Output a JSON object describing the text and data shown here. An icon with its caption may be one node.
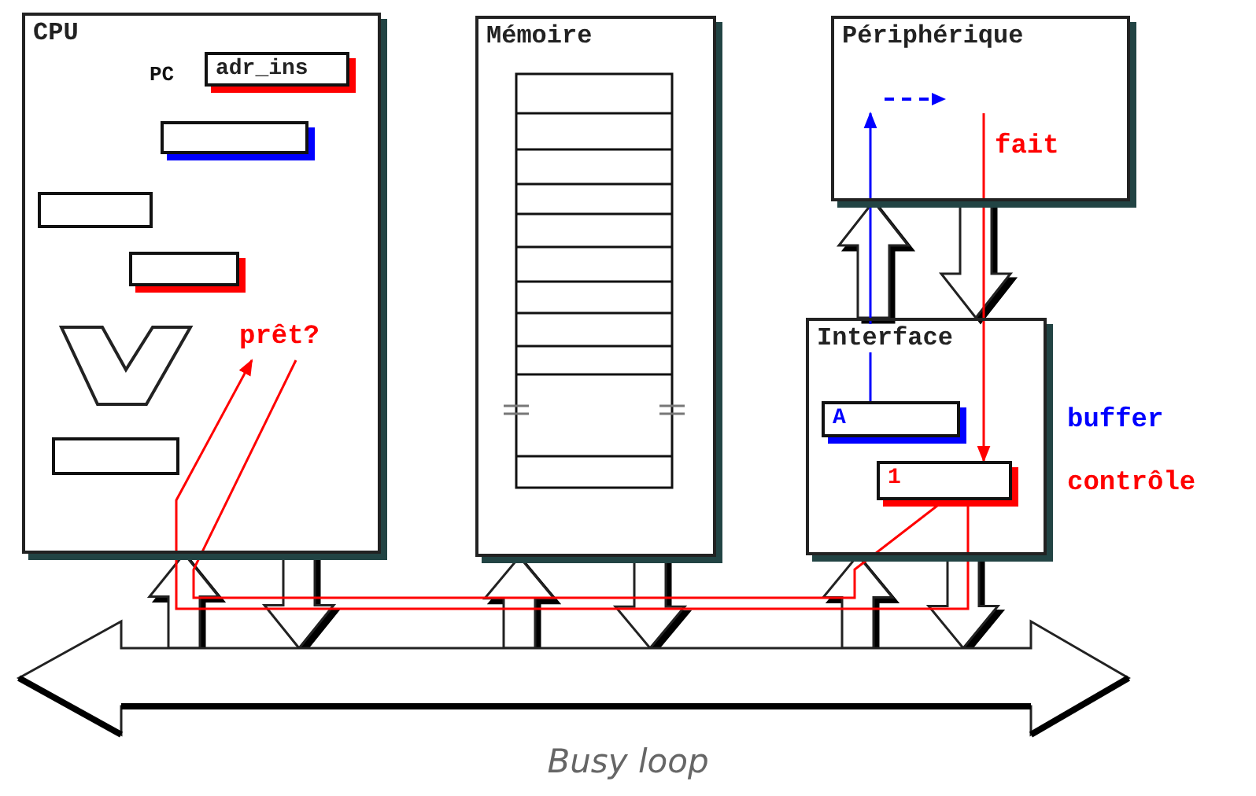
{
  "diagram": {
    "caption": "Busy loop",
    "nodes": [
      {
        "text": [
          "CPU"
        ]
      },
      {
        "text": [
          "adr_ins"
        ],
        "in": 0,
        "beside": [
          "PC"
        ]
      },
      {
        "text": [],
        "shape": "box",
        "in": 0
      },
      {
        "text": [],
        "shape": "box",
        "in": 0
      },
      {
        "text": [],
        "shape": "box",
        "in": 0
      },
      {
        "text": [],
        "shape": "box",
        "in": 0
      },
      {
        "text": [
          "prêt?"
        ],
        "in": 0
      },
      {
        "text": [
          "Mémoire"
        ]
      },
      {
        "text": [
          "Périphérique"
        ]
      },
      {
        "text": [
          "Interface"
        ]
      },
      {
        "text": [
          "A"
        ],
        "in": 9
      },
      {
        "text": [
          "1"
        ],
        "in": 9
      },
      {
        "text": [],
        "shape": "arrow"
      },
      {
        "text": [],
        "shape": "chevron",
        "in": 0
      }
    ],
    "edges": [
      {
        "from": 12,
        "to": 0,
        "arrow": "to",
        "style": "thick"
      },
      {
        "from": 0,
        "to": 12,
        "arrow": "to",
        "style": "thick"
      },
      {
        "from": 12,
        "to": 7,
        "arrow": "to",
        "style": "thick"
      },
      {
        "from": 7,
        "to": 12,
        "arrow": "to",
        "style": "thick"
      },
      {
        "from": 12,
        "to": 9,
        "arrow": "to",
        "style": "thick"
      },
      {
        "from": 9,
        "to": 12,
        "arrow": "to",
        "style": "thick"
      },
      {
        "from": 9,
        "to": 8,
        "arrow": "to",
        "style": "thick"
      },
      {
        "from": 8,
        "to": 9,
        "arrow": "to",
        "style": "thick"
      },
      {
        "from": 11,
        "to": 6,
        "arrow": "to",
        "color": "#ff0000"
      },
      {
        "from": 6,
        "to": 11,
        "arrow": "none",
        "color": "#ff0000"
      },
      {
        "from": 10,
        "to": 8,
        "arrow": "to",
        "color": "#0000ff"
      },
      {
        "from": 8,
        "to": 11,
        "arrow": "to",
        "label": "fait",
        "color": "#ff0000"
      }
    ],
    "labels": [
      "buffer",
      "contrôle"
    ]
  }
}
